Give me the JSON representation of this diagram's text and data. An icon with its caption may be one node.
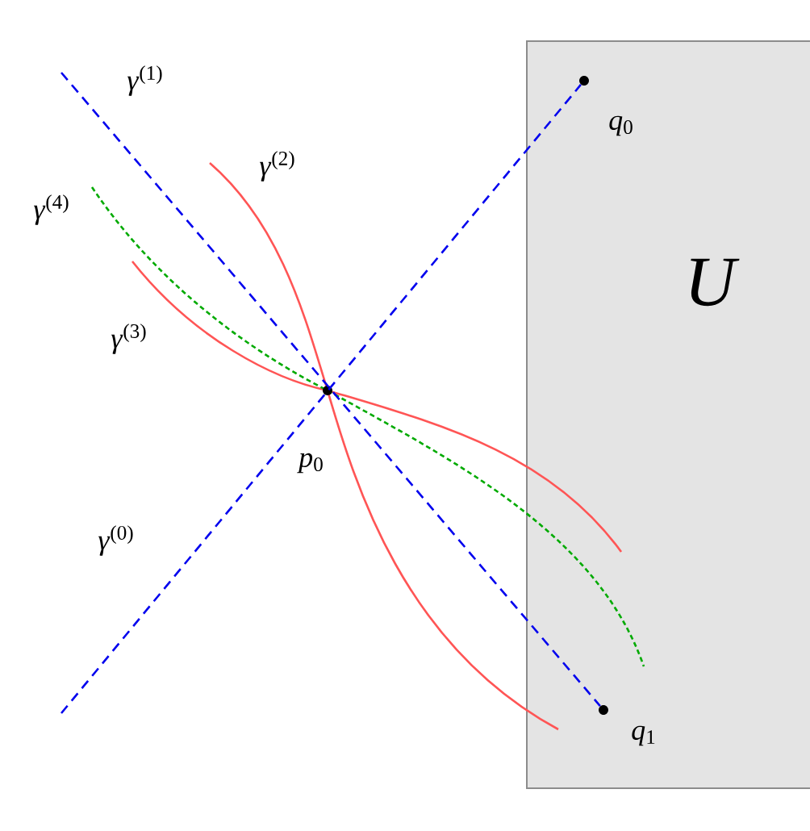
{
  "diagram": {
    "nodes": [
      {
        "text": [
          "U"
        ]
      },
      {
        "text": [],
        "shape": "circle",
        "in": 0,
        "beside": [
          "*q*$_{0}$"
        ]
      },
      {
        "text": [],
        "shape": "circle",
        "in": 0,
        "beside": [
          "*q*$_{1}$"
        ]
      },
      {
        "text": [],
        "shape": "circle",
        "beside": [
          "*p*$_{0}$"
        ]
      }
    ],
    "edges": [
      {
        "from": null,
        "to": 1,
        "arrow": "none",
        "style": "dashed",
        "color": "#0000ee"
      },
      {
        "from": null,
        "to": 2,
        "arrow": "none",
        "style": "dashed",
        "color": "#0000ee"
      }
    ],
    "labels": [
      "*γ*$^{(1)}$",
      "*γ*$^{(2)}$",
      "*γ*$^{(4)}$",
      "*γ*$^{(3)}$",
      "*γ*$^{(0)}$"
    ]
  }
}
